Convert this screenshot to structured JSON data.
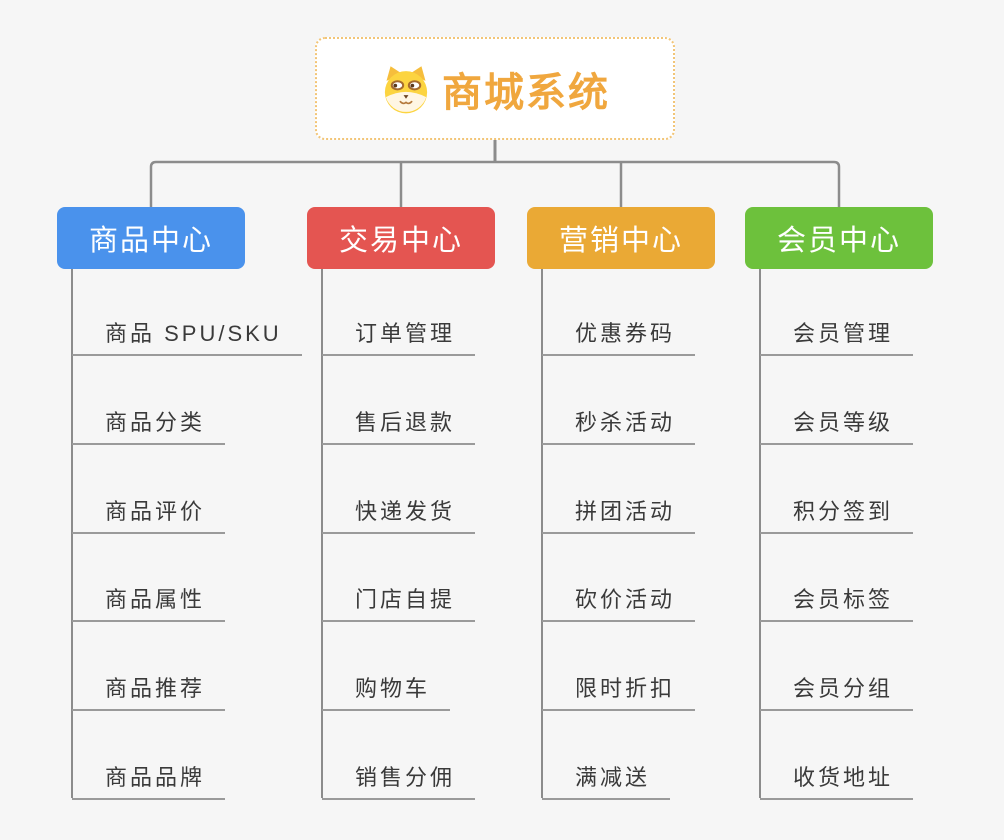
{
  "root": {
    "title": "商城系统",
    "icon": "dog-face-icon",
    "title_color": "#F0A73E",
    "border_color": "#F2C577"
  },
  "connector_color": "#8C8C8C",
  "underline_color": "#9A9A9A",
  "leaf_text_color": "#3A3A3A",
  "branches": [
    {
      "label": "商品中心",
      "color": "#4A92EC",
      "children": [
        "商品 SPU/SKU",
        "商品分类",
        "商品评价",
        "商品属性",
        "商品推荐",
        "商品品牌"
      ]
    },
    {
      "label": "交易中心",
      "color": "#E45551",
      "children": [
        "订单管理",
        "售后退款",
        "快递发货",
        "门店自提",
        "购物车",
        "销售分佣"
      ]
    },
    {
      "label": "营销中心",
      "color": "#EAA935",
      "children": [
        "优惠券码",
        "秒杀活动",
        "拼团活动",
        "砍价活动",
        "限时折扣",
        "满减送"
      ]
    },
    {
      "label": "会员中心",
      "color": "#6DC13C",
      "children": [
        "会员管理",
        "会员等级",
        "积分签到",
        "会员标签",
        "会员分组",
        "收货地址"
      ]
    }
  ]
}
